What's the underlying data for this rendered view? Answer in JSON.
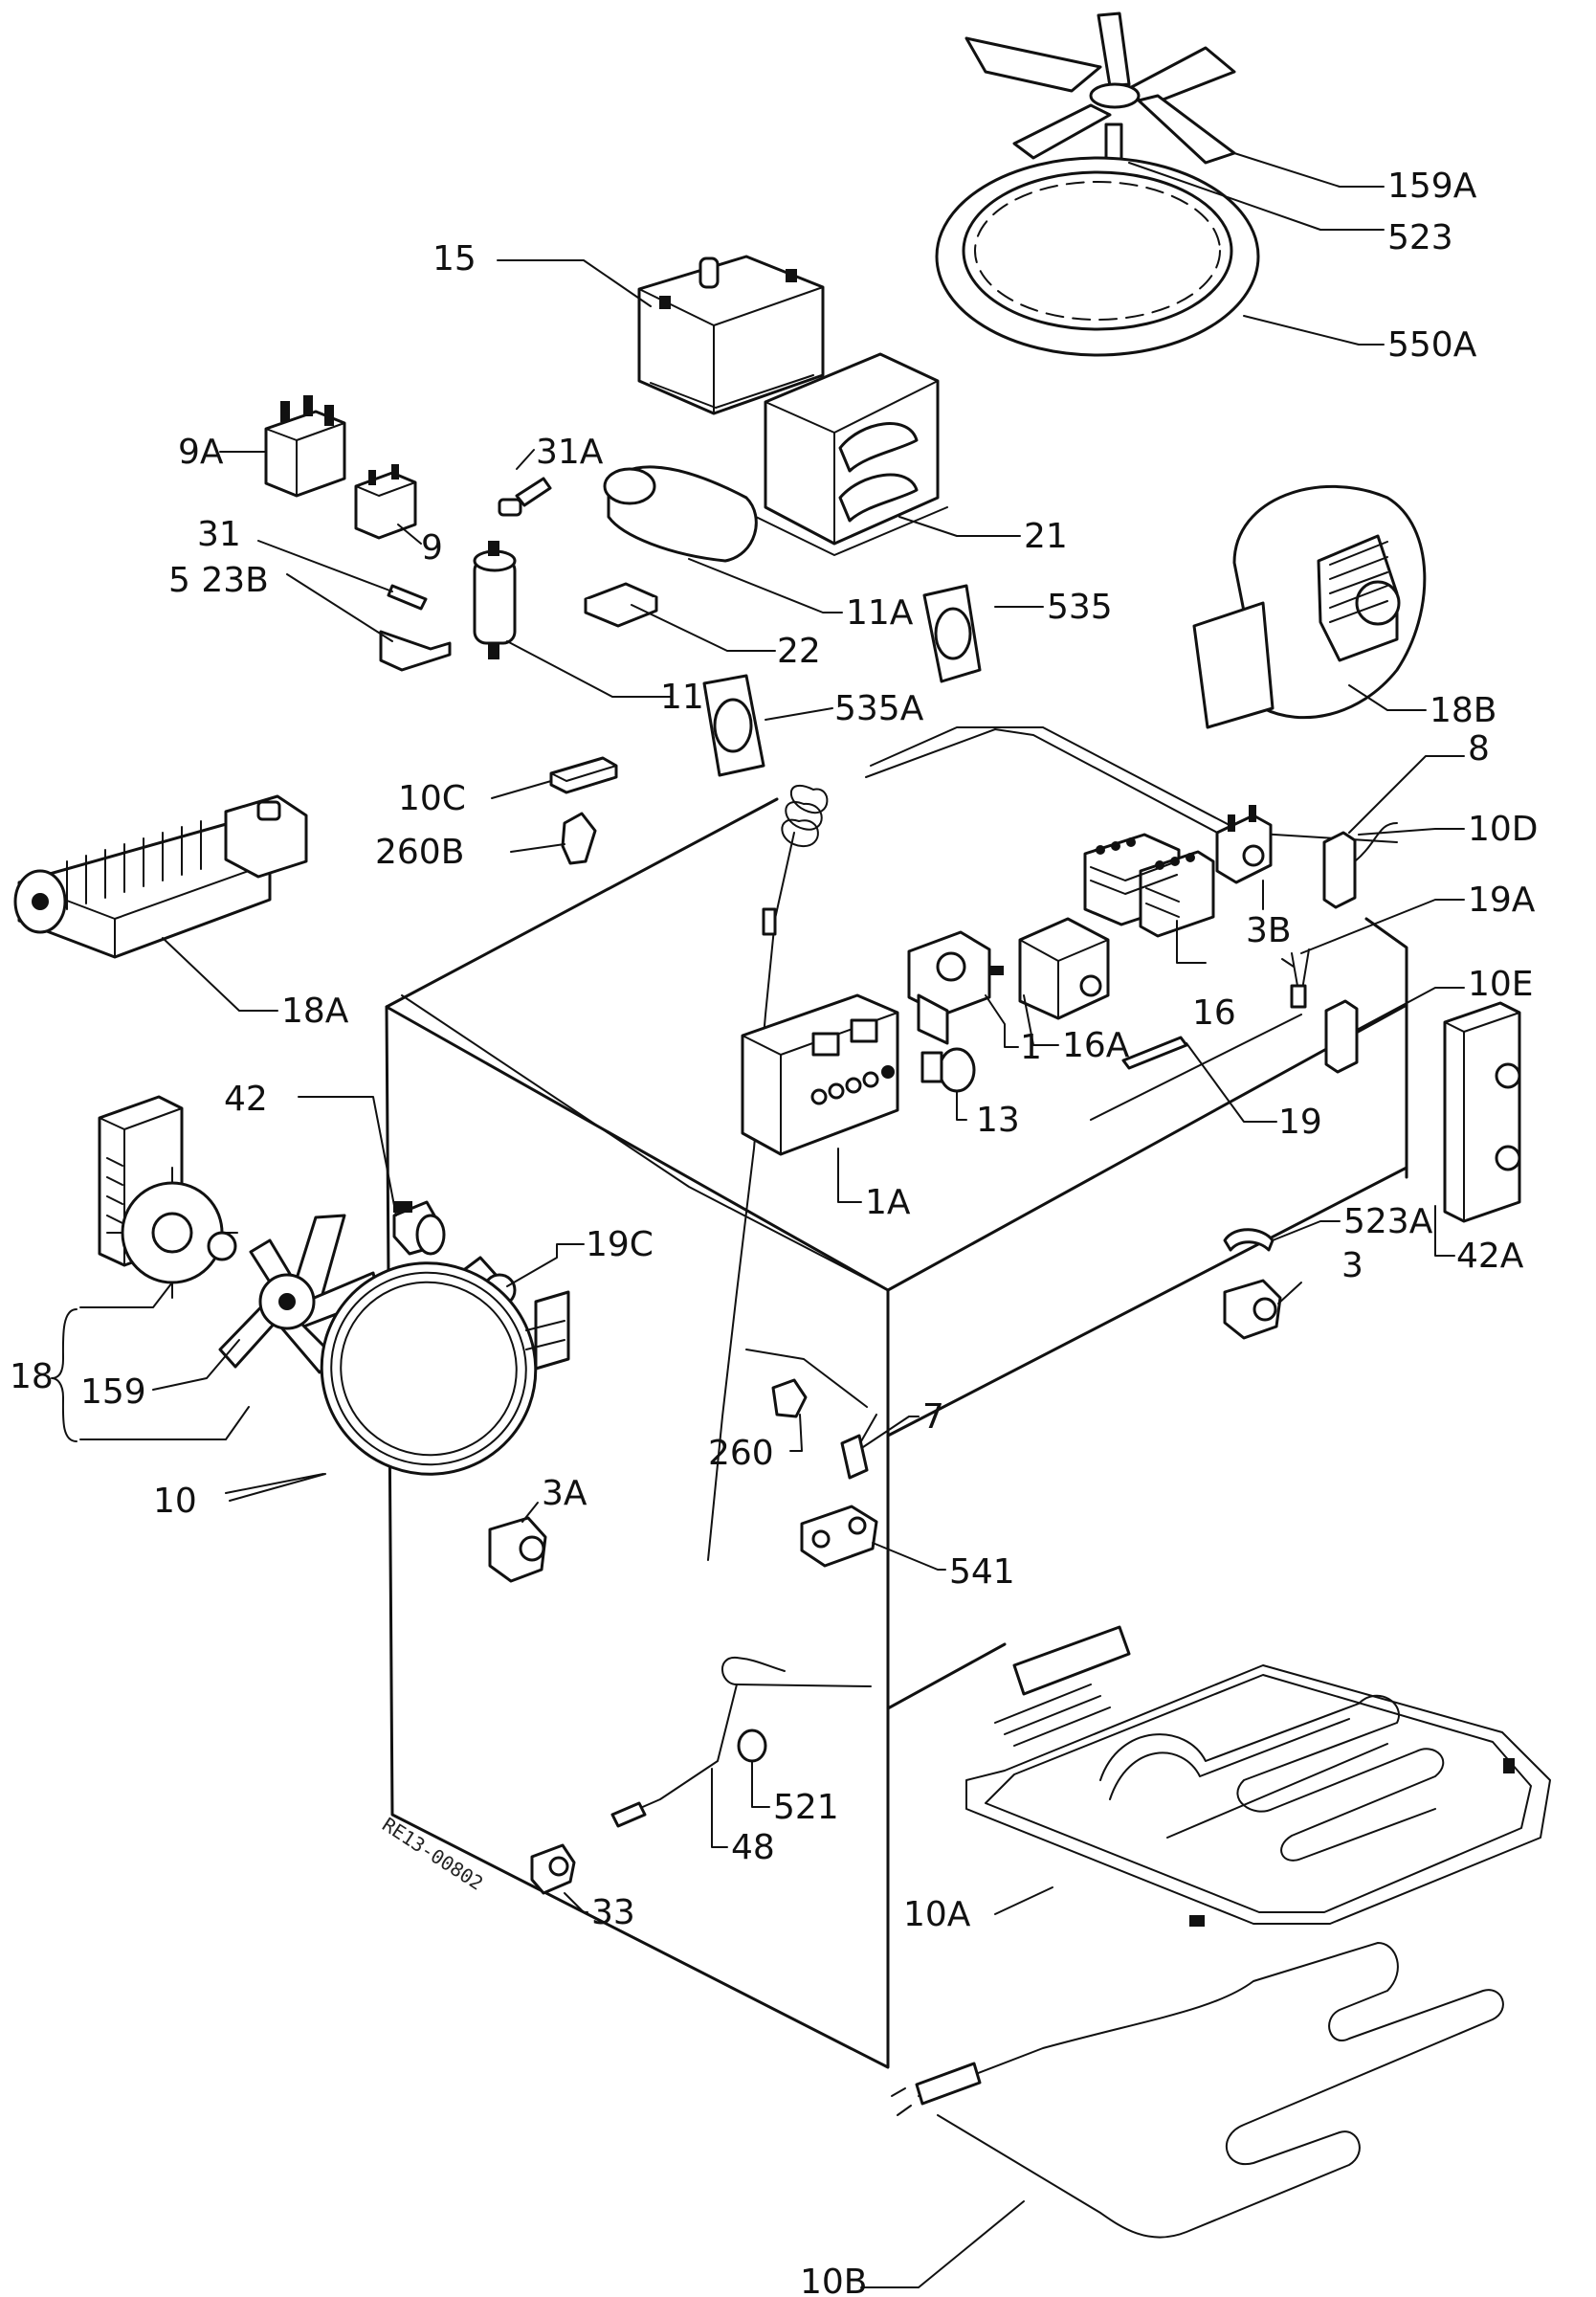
{
  "drawing_code": "RE13-00802",
  "labels": [
    {
      "id": "159A",
      "text": "159A"
    },
    {
      "id": "523",
      "text": "523"
    },
    {
      "id": "550A",
      "text": "550A"
    },
    {
      "id": "15",
      "text": "15"
    },
    {
      "id": "9A",
      "text": "9A"
    },
    {
      "id": "31A",
      "text": "31A"
    },
    {
      "id": "9",
      "text": "9"
    },
    {
      "id": "31",
      "text": "31"
    },
    {
      "id": "523B",
      "text": "5 23B"
    },
    {
      "id": "21",
      "text": "21"
    },
    {
      "id": "11A",
      "text": "11A"
    },
    {
      "id": "535",
      "text": "535"
    },
    {
      "id": "22",
      "text": "22"
    },
    {
      "id": "11",
      "text": "11"
    },
    {
      "id": "535A",
      "text": "535A"
    },
    {
      "id": "18B",
      "text": "18B"
    },
    {
      "id": "8",
      "text": "8"
    },
    {
      "id": "10C",
      "text": "10C"
    },
    {
      "id": "260B",
      "text": "260B"
    },
    {
      "id": "10D",
      "text": "10D"
    },
    {
      "id": "3B",
      "text": "3B"
    },
    {
      "id": "19A",
      "text": "19A"
    },
    {
      "id": "18A",
      "text": "18A"
    },
    {
      "id": "16",
      "text": "16"
    },
    {
      "id": "10E",
      "text": "10E"
    },
    {
      "id": "16A",
      "text": "16A"
    },
    {
      "id": "1",
      "text": "1"
    },
    {
      "id": "42",
      "text": "42"
    },
    {
      "id": "19",
      "text": "19"
    },
    {
      "id": "19C",
      "text": "19C"
    },
    {
      "id": "13",
      "text": "13"
    },
    {
      "id": "1A",
      "text": "1A"
    },
    {
      "id": "523A",
      "text": "523A"
    },
    {
      "id": "3",
      "text": "3"
    },
    {
      "id": "42A",
      "text": "42A"
    },
    {
      "id": "18",
      "text": "18"
    },
    {
      "id": "159",
      "text": "159"
    },
    {
      "id": "260",
      "text": "260"
    },
    {
      "id": "7",
      "text": "7"
    },
    {
      "id": "10",
      "text": "10"
    },
    {
      "id": "3A",
      "text": "3A"
    },
    {
      "id": "541",
      "text": "541"
    },
    {
      "id": "521",
      "text": "521"
    },
    {
      "id": "48",
      "text": "48"
    },
    {
      "id": "33",
      "text": "33"
    },
    {
      "id": "10A",
      "text": "10A"
    },
    {
      "id": "10B",
      "text": "10B"
    }
  ]
}
